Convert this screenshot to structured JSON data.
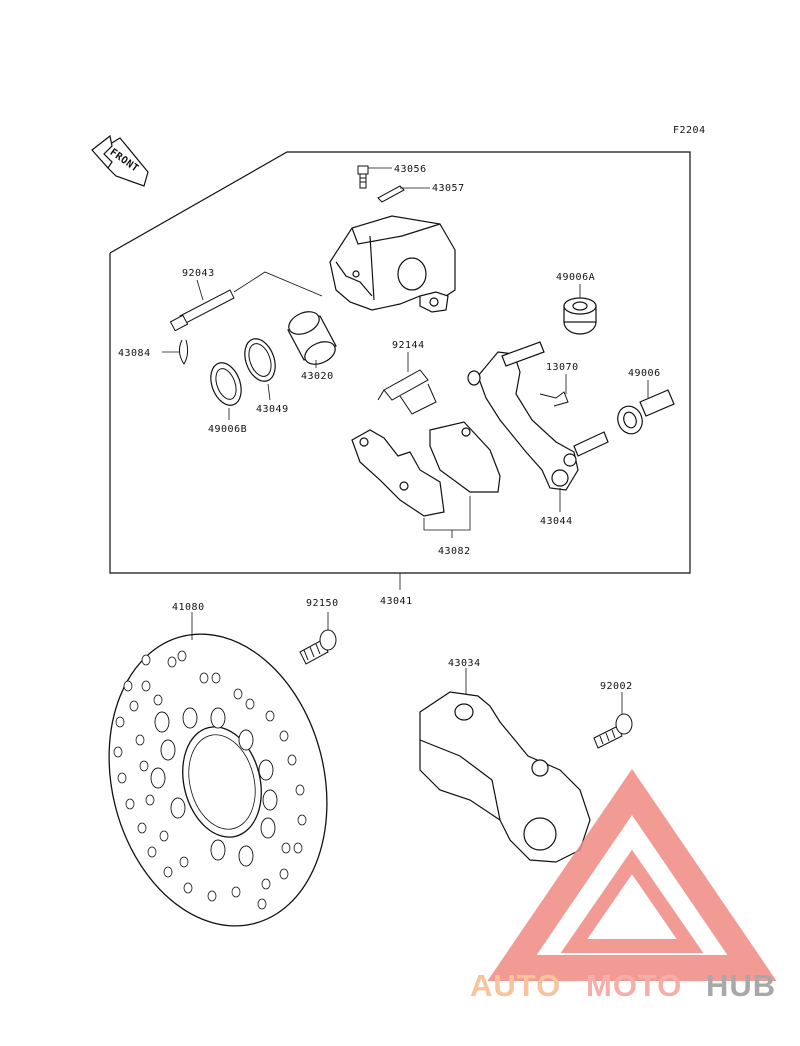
{
  "diagram": {
    "figure_code": "F2204",
    "front_label": "FRONT",
    "part_labels": {
      "p43056": "43056",
      "p43057": "43057",
      "p92043": "92043",
      "p49006A": "49006A",
      "p43084": "43084",
      "p92144": "92144",
      "p13070": "13070",
      "p43020": "43020",
      "p49006": "49006",
      "p43049": "43049",
      "p49006B": "49006B",
      "p43044": "43044",
      "p43082": "43082",
      "p43041": "43041",
      "p41080": "41080",
      "p92150": "92150",
      "p43034": "43034",
      "p92002": "92002"
    }
  },
  "watermark": {
    "part1": "AUTO",
    "part2": "MOTO",
    "part3": "HUB",
    "colors": {
      "orange": "#f7b98d",
      "pink": "#f5a09a",
      "gray": "#9a9a9a",
      "triangle": "#f08a83"
    }
  }
}
